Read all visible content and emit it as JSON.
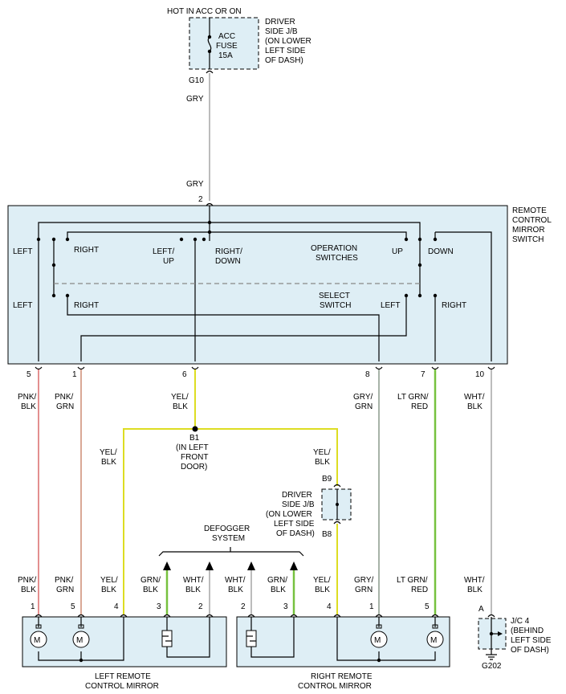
{
  "power": {
    "title": "HOT IN ACC OR ON",
    "fuse_line1": "ACC",
    "fuse_line2": "FUSE",
    "fuse_line3": "15A",
    "jb_line1": "DRIVER",
    "jb_line2": "SIDE J/B",
    "jb_line3": "(ON LOWER",
    "jb_line4": "LEFT SIDE",
    "jb_line5": "OF DASH)",
    "connector": "G10",
    "wire_top": "GRY",
    "wire_bottom": "GRY",
    "pin": "2"
  },
  "switch": {
    "title1": "REMOTE",
    "title2": "CONTROL",
    "title3": "MIRROR",
    "title4": "SWITCH",
    "left1": "LEFT",
    "right1": "RIGHT",
    "leftup1": "LEFT/",
    "leftup2": "UP",
    "rightdown1": "RIGHT/",
    "rightdown2": "DOWN",
    "op1": "OPERATION",
    "op2": "SWITCHES",
    "up": "UP",
    "down": "DOWN",
    "left2": "LEFT",
    "right2": "RIGHT",
    "sel1": "SELECT",
    "sel2": "SWITCH",
    "left3": "LEFT",
    "right3": "RIGHT",
    "pins": [
      "5",
      "1",
      "6",
      "8",
      "7",
      "10"
    ]
  },
  "wires_top": [
    {
      "l1": "PNK/",
      "l2": "BLK",
      "color": "#e38f8f"
    },
    {
      "l1": "PNK/",
      "l2": "GRN",
      "color": "#d9a896"
    },
    {
      "l1": "YEL/",
      "l2": "BLK",
      "color": "#dddd22"
    },
    {
      "l1": "GRY/",
      "l2": "GRN",
      "color": "#a7b3a8"
    },
    {
      "l1": "LT GRN/",
      "l2": "RED",
      "color": "#77c13f"
    },
    {
      "l1": "WHT/",
      "l2": "BLK",
      "color": "#bcbcbc"
    }
  ],
  "splice": {
    "name": "B1",
    "l1": "(IN LEFT",
    "l2": "FRONT",
    "l3": "DOOR)",
    "left_wire1": "YEL/",
    "left_wire2": "BLK",
    "right_wire1": "YEL/",
    "right_wire2": "BLK"
  },
  "jb2": {
    "top": "B9",
    "bottom": "B8",
    "l1": "DRIVER",
    "l2": "SIDE J/B",
    "l3": "(ON LOWER",
    "l4": "LEFT SIDE",
    "l5": "OF DASH)"
  },
  "defogger": {
    "l1": "DEFOGGER",
    "l2": "SYSTEM"
  },
  "bottom_wires": [
    {
      "l1": "PNK/",
      "l2": "BLK",
      "pin": "1"
    },
    {
      "l1": "PNK/",
      "l2": "GRN",
      "pin": "5"
    },
    {
      "l1": "YEL/",
      "l2": "BLK",
      "pin": "4"
    },
    {
      "l1": "GRN/",
      "l2": "BLK",
      "pin": "3"
    },
    {
      "l1": "WHT/",
      "l2": "BLK",
      "pin": "2"
    },
    {
      "l1": "WHT/",
      "l2": "BLK",
      "pin": "2"
    },
    {
      "l1": "GRN/",
      "l2": "BLK",
      "pin": "3"
    },
    {
      "l1": "YEL/",
      "l2": "BLK",
      "pin": "4"
    },
    {
      "l1": "GRY/",
      "l2": "GRN",
      "pin": "1"
    },
    {
      "l1": "LT GRN/",
      "l2": "RED",
      "pin": "5"
    },
    {
      "l1": "WHT/",
      "l2": "BLK",
      "pin": "A"
    }
  ],
  "motor_symbol": "M",
  "left_mirror": {
    "l1": "LEFT REMOTE",
    "l2": "CONTROL MIRROR"
  },
  "right_mirror": {
    "l1": "RIGHT REMOTE",
    "l2": "CONTROL MIRROR"
  },
  "jc": {
    "l1": "J/C 4",
    "l2": "(BEHIND",
    "l3": "LEFT SIDE",
    "l4": "OF DASH)",
    "ground": "G202"
  }
}
